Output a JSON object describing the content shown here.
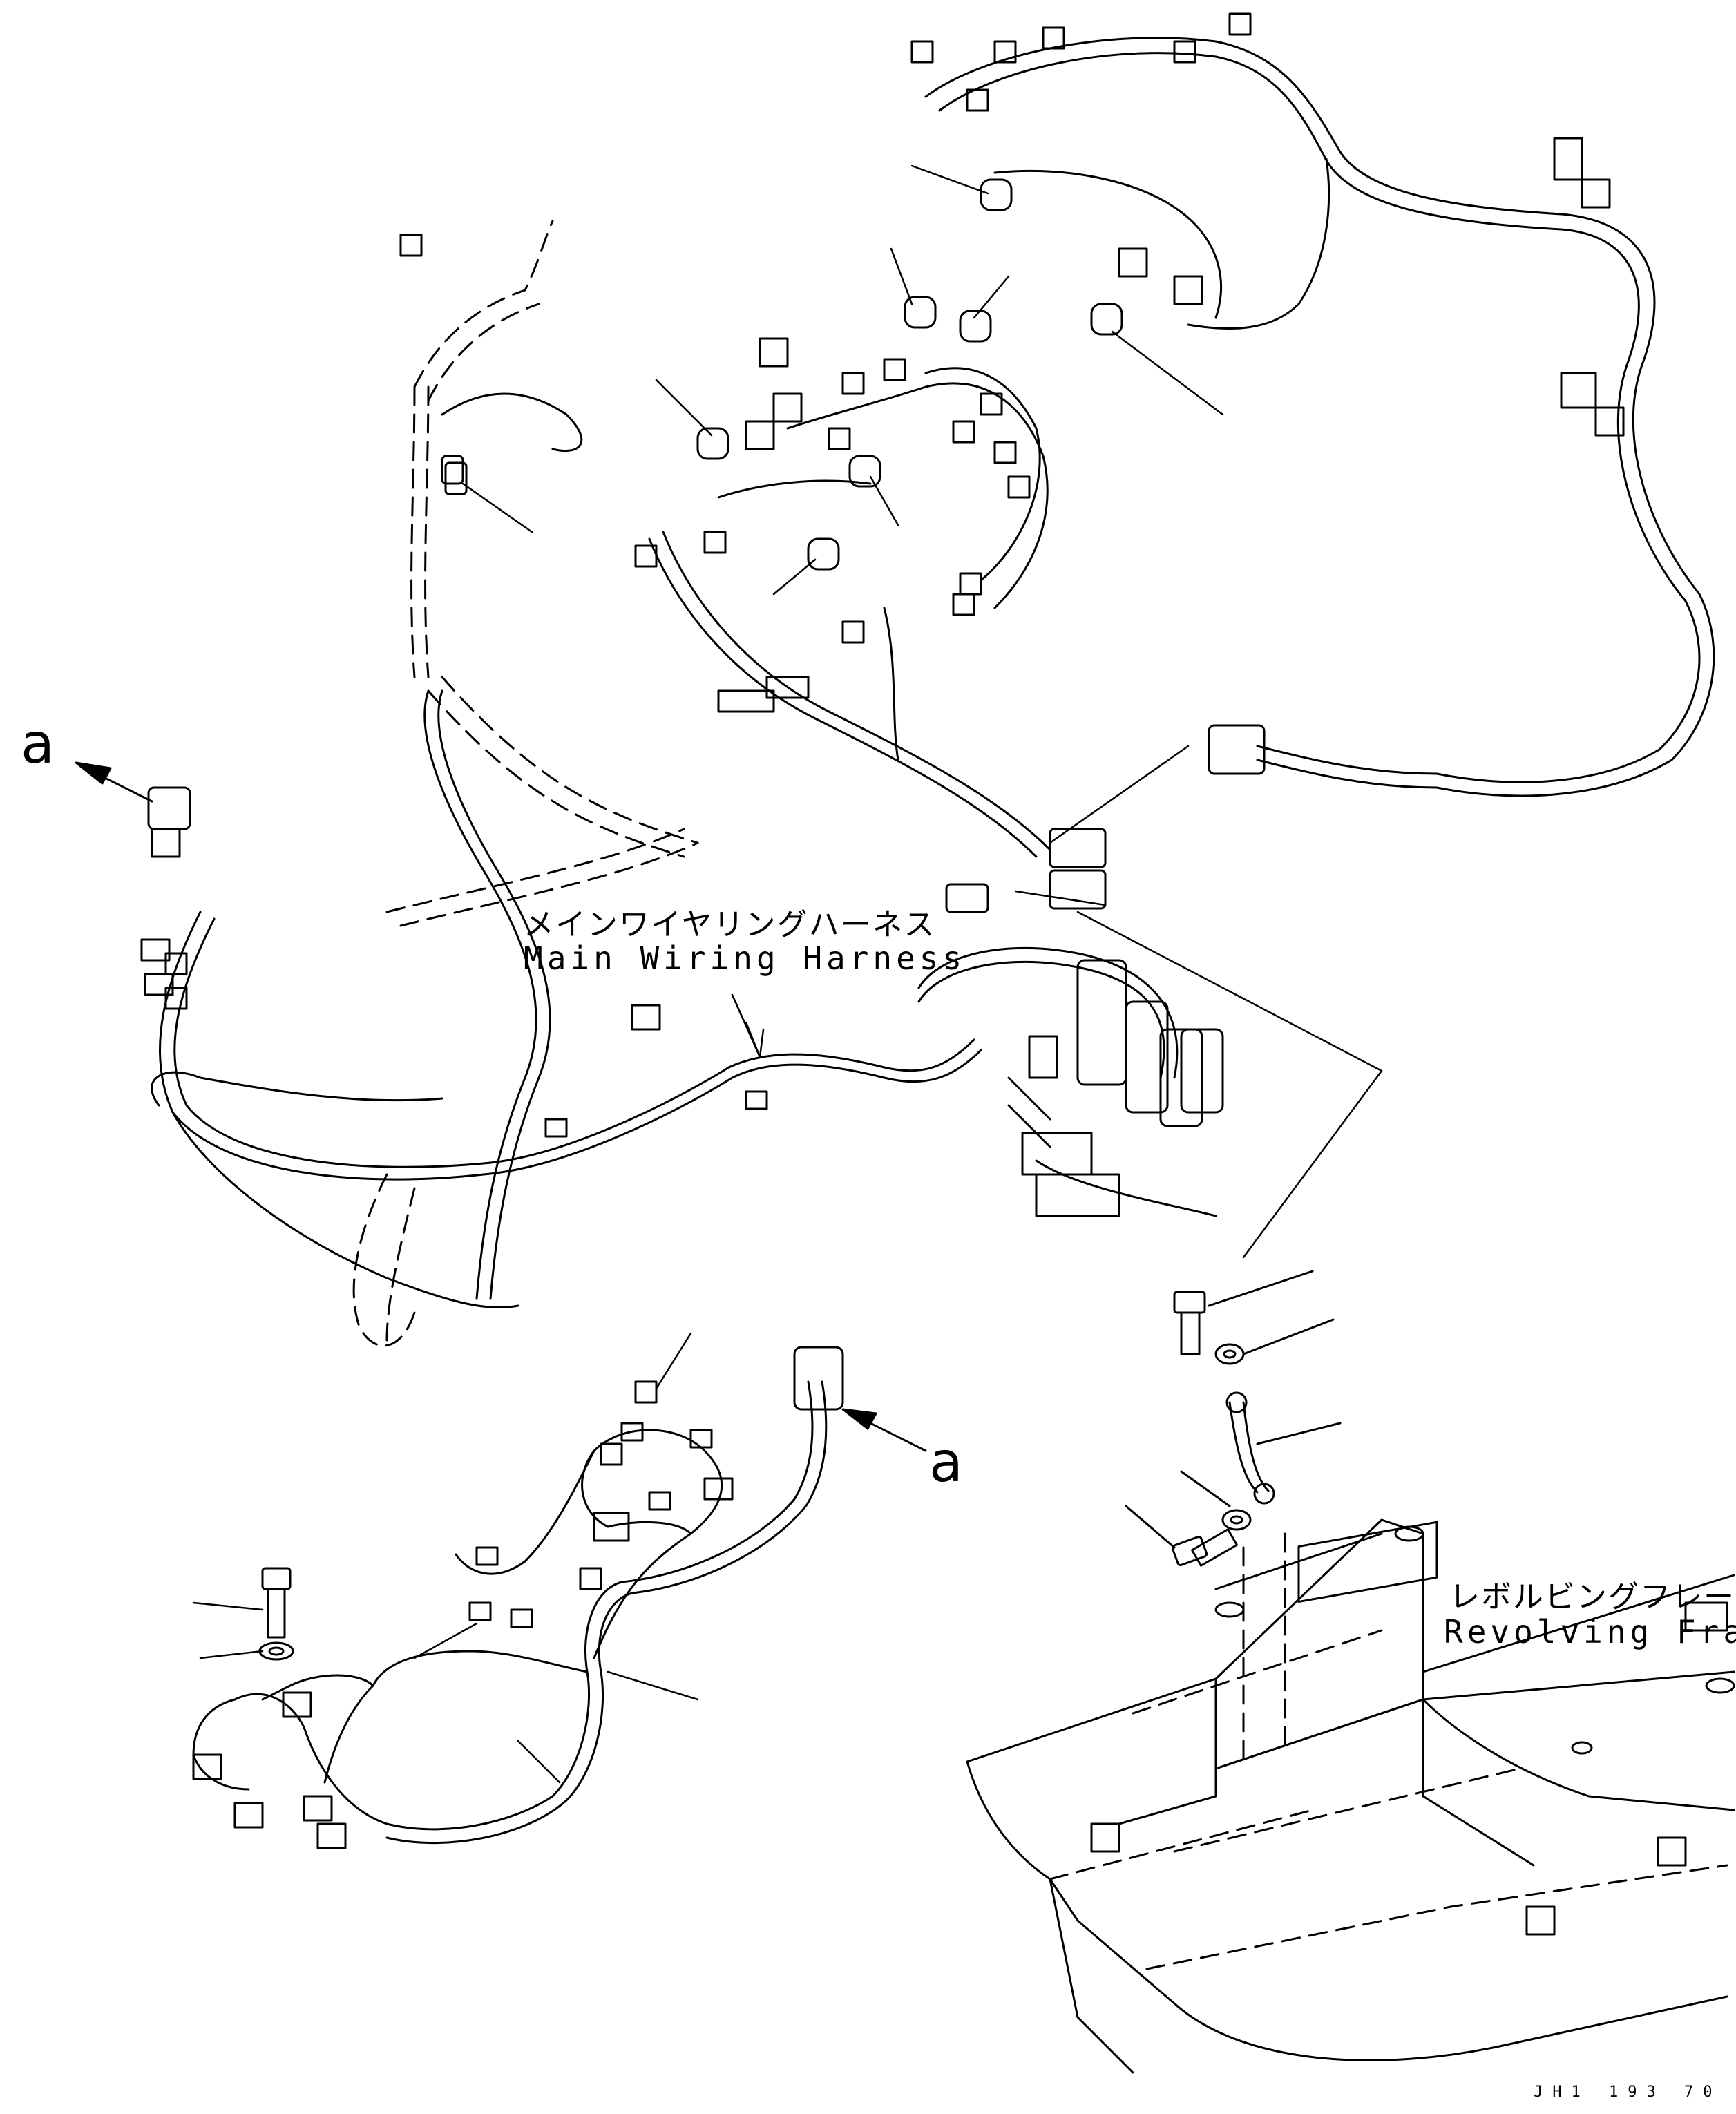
{
  "labels": {
    "main_harness_ja": "メインワイヤリングハーネス",
    "main_harness_en": "Main Wiring Harness",
    "frame_ja": "レボルビングフレーム",
    "frame_en": "Revolving Frame",
    "view_a_top": "a",
    "view_a_bottom": "a",
    "drawing_code": "JH1 193 70"
  },
  "colors": {
    "line": "#000000",
    "background": "#ffffff"
  }
}
